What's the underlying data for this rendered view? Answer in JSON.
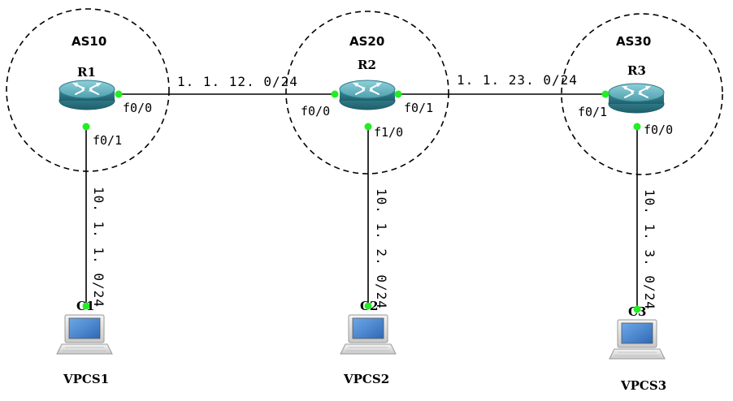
{
  "autonomous_systems": [
    {
      "id": "as10",
      "label": "AS10"
    },
    {
      "id": "as20",
      "label": "AS20"
    },
    {
      "id": "as30",
      "label": "AS30"
    }
  ],
  "routers": [
    {
      "id": "r1",
      "label": "R1"
    },
    {
      "id": "r2",
      "label": "R2"
    },
    {
      "id": "r3",
      "label": "R3"
    }
  ],
  "pcs": [
    {
      "id": "pc1",
      "label": "C1",
      "name": "VPCS1"
    },
    {
      "id": "pc2",
      "label": "C2",
      "name": "VPCS2"
    },
    {
      "id": "pc3",
      "label": "C3",
      "name": "VPCS3"
    }
  ],
  "interfaces": {
    "r1_f00": "f0/0",
    "r1_f01": "f0/1",
    "r2_f00": "f0/0",
    "r2_f01": "f0/1",
    "r2_f10": "f1/0",
    "r3_f01": "f0/1",
    "r3_f00": "f0/0"
  },
  "networks": {
    "r1_r2": "1. 1. 12. 0/24",
    "r2_r3": "1. 1. 23. 0/24",
    "r1_pc1": "10. 1. 1. 0/24",
    "r2_pc2": "10. 1. 2. 0/24",
    "r3_pc3": "10. 1. 3. 0/24"
  },
  "colors": {
    "router_body": "#3f8e9c",
    "router_top": "#6fb7c4",
    "port_dot": "#22ee22",
    "link": "#000000",
    "pc_screen": "#3f7fc8"
  }
}
